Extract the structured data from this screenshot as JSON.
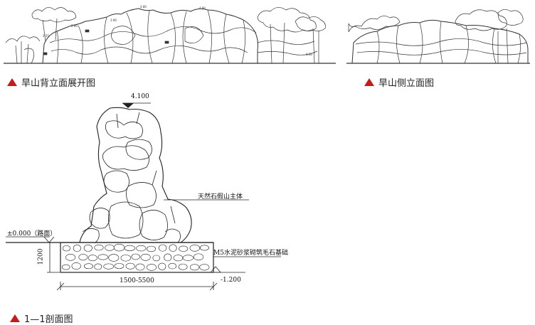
{
  "captions": {
    "back_elevation": "旱山背立面展开图",
    "side_elevation": "旱山侧立面图",
    "section": "1—1剖面图"
  },
  "section": {
    "top_elevation": "4.100",
    "ground_elevation": "±0.000（路面）",
    "rock_label": "天然石假山主体",
    "foundation_label": "M5水泥砂浆砌筑毛石基础",
    "bottom_elevation": "-1.200",
    "depth_dim": "1200",
    "width_dim": "1500-5500"
  },
  "back_elevation_marks": [
    "4.80",
    "4.80",
    "3.90",
    "2.55",
    "2.60",
    "4.30"
  ],
  "colors": {
    "accent": "#c81a1a",
    "line": "#222222"
  }
}
